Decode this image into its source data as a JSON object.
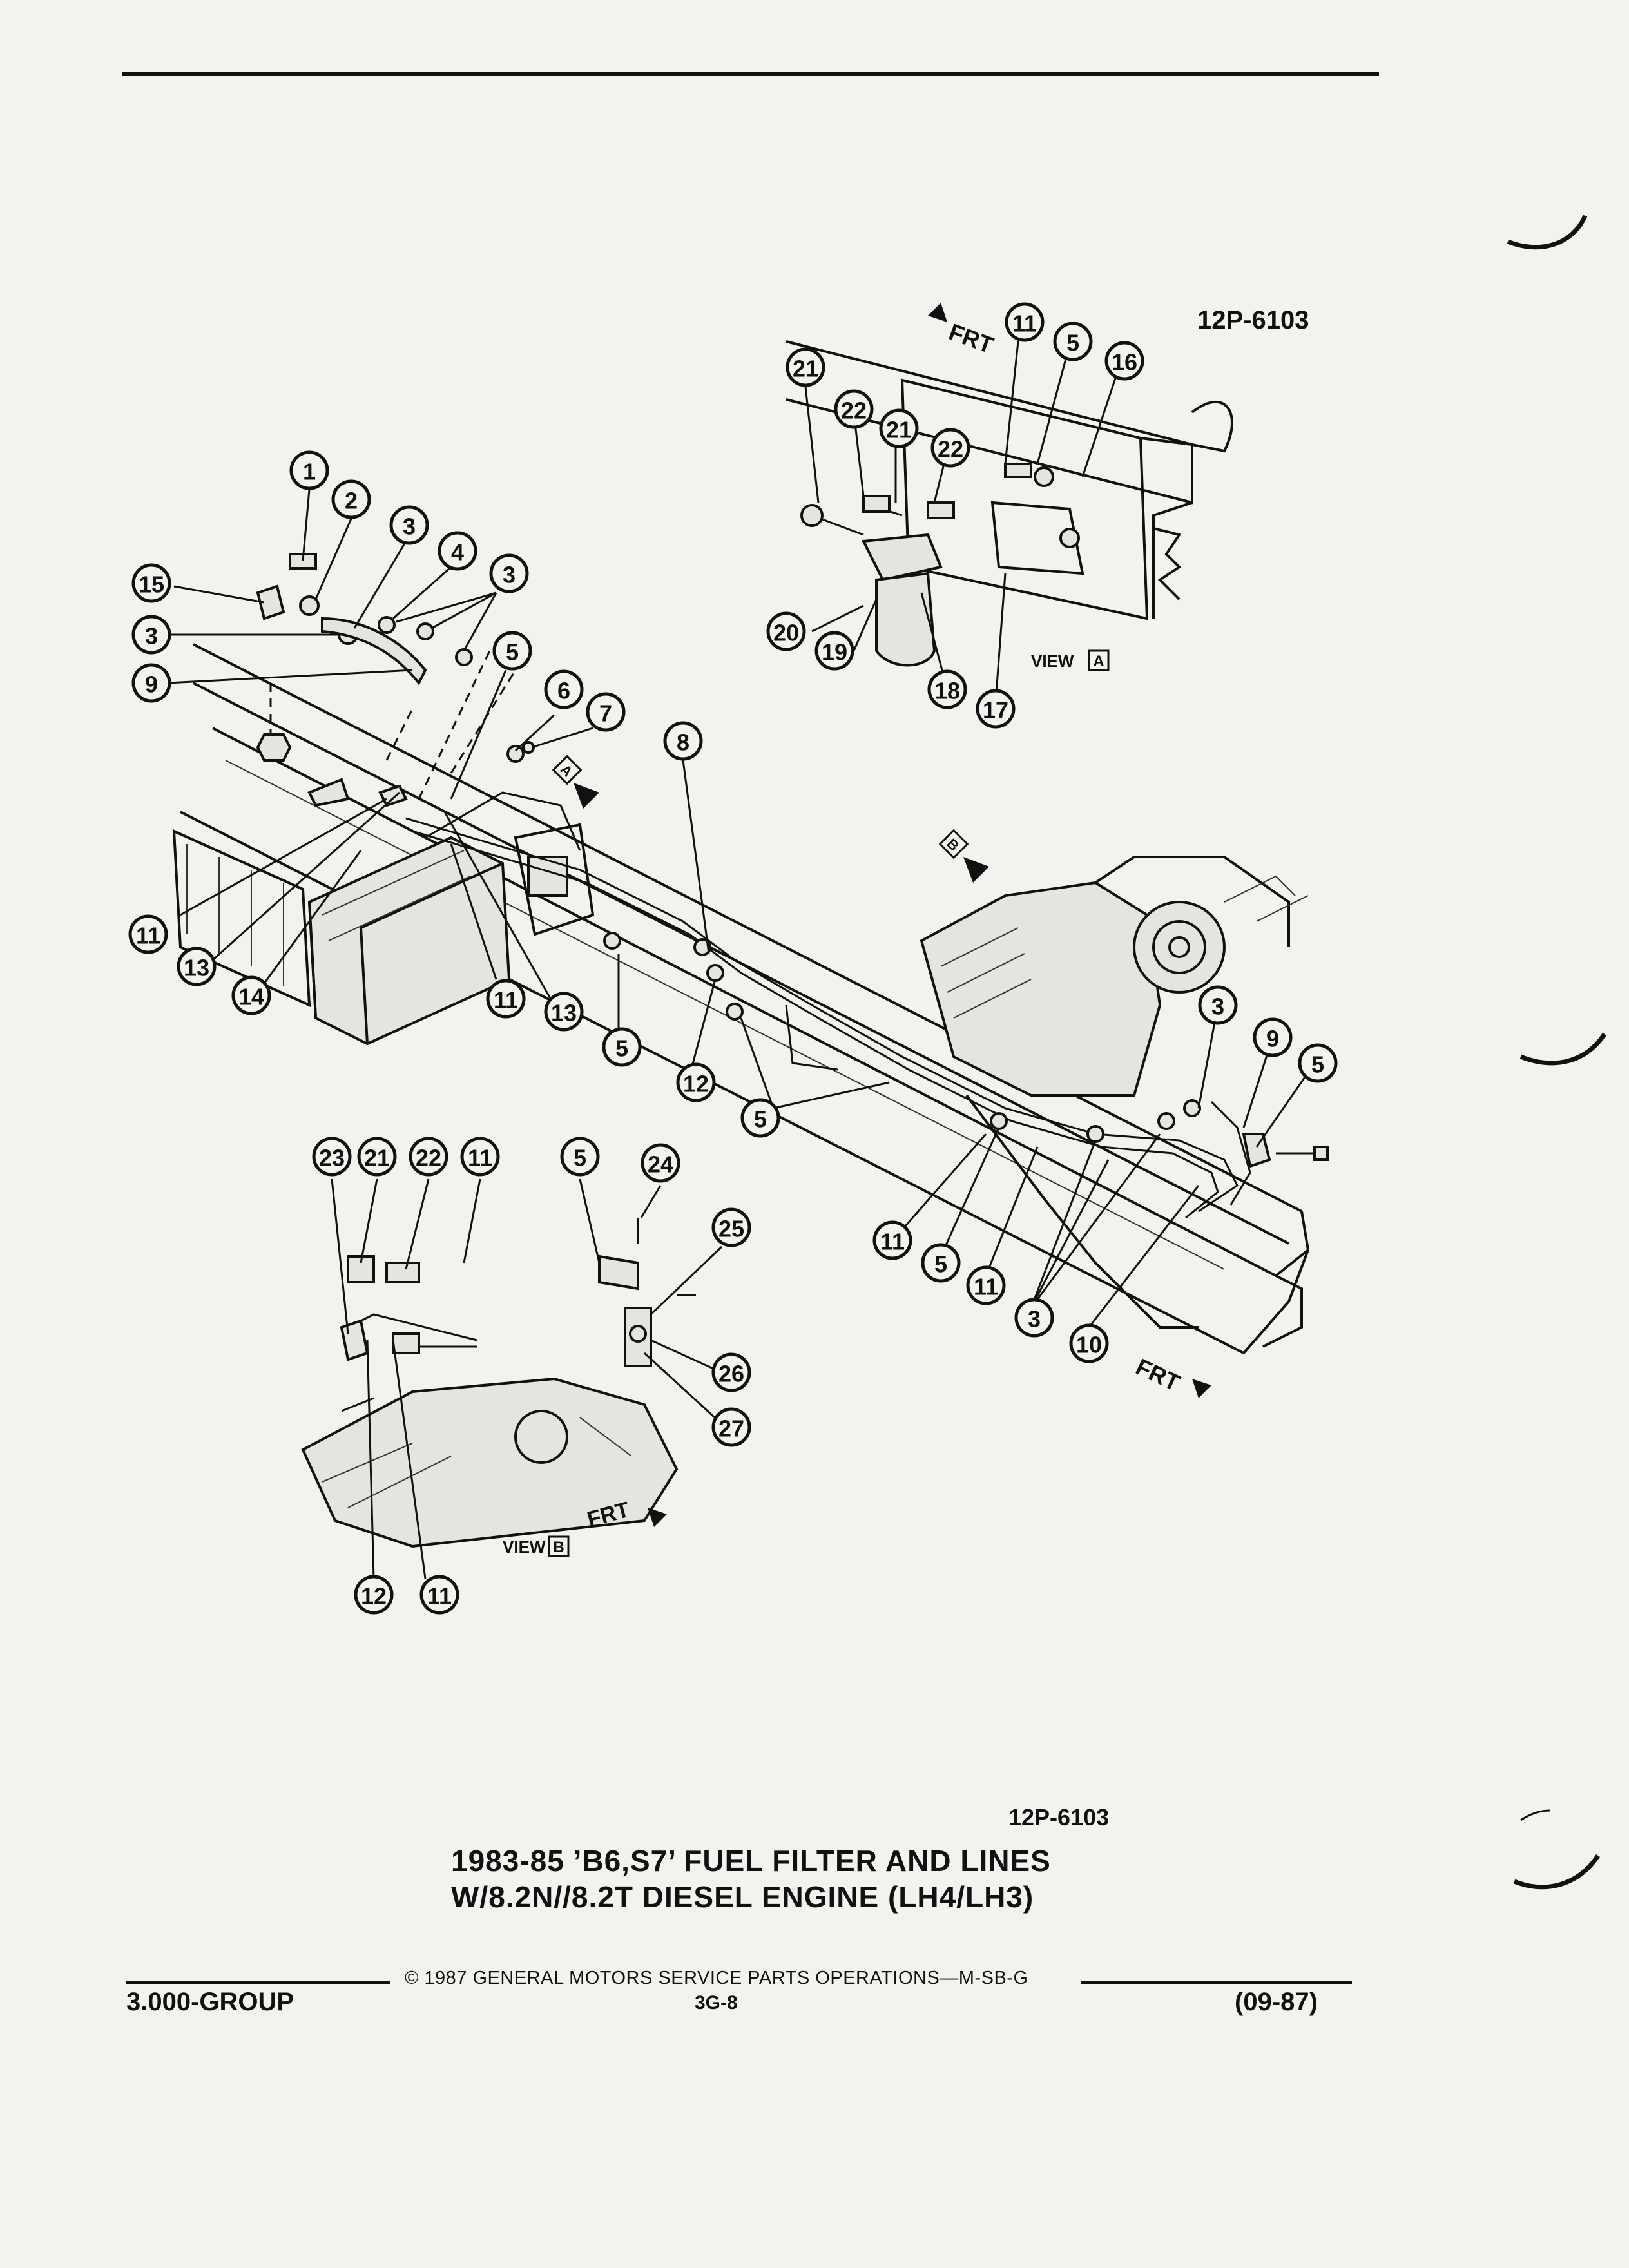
{
  "top_ref": "12P-6103",
  "bottom_ref": "12P-6103",
  "caption": {
    "line1": "1983-85 ’B6,S7’ FUEL FILTER AND LINES",
    "line2": "W/8.2N//8.2T DIESEL ENGINE (LH4/LH3)"
  },
  "footer": {
    "group": "3.000-GROUP",
    "copyright": "© 1987 GENERAL MOTORS SERVICE PARTS OPERATIONS—M-SB-G",
    "page": "3G-8",
    "date": "(09-87)"
  },
  "labels": {
    "frt_top": "FRT",
    "frt_right": "FRT",
    "frt_viewb": "FRT",
    "view_a": "VIEW",
    "view_a_letter": "A",
    "view_b": "VIEW",
    "view_b_letter": "B",
    "marker_a": "A",
    "marker_b": "B"
  },
  "callouts": [
    "1",
    "2",
    "3",
    "4",
    "15",
    "3",
    "9",
    "3",
    "5",
    "6",
    "7",
    "8",
    "11",
    "13",
    "14",
    "11",
    "13",
    "5",
    "12",
    "5",
    "21",
    "22",
    "21",
    "22",
    "11",
    "5",
    "16",
    "20",
    "19",
    "18",
    "17",
    "3",
    "9",
    "5",
    "11",
    "5",
    "11",
    "3",
    "10",
    "23",
    "21",
    "22",
    "11",
    "5",
    "24",
    "25",
    "26",
    "27",
    "12",
    "11"
  ]
}
